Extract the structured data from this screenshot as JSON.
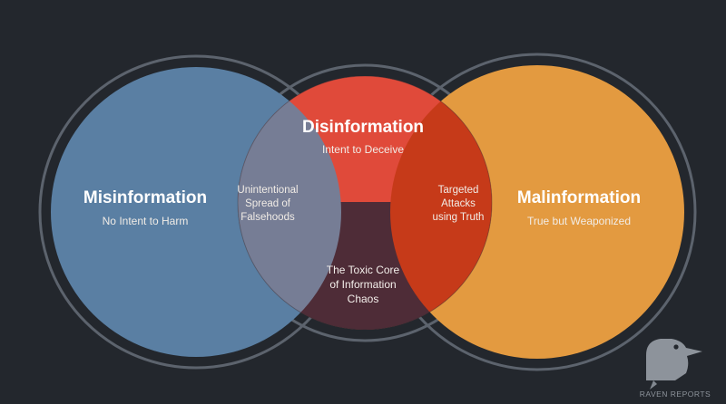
{
  "diagram": {
    "circles": [
      {
        "id": "mis",
        "title": "Misinformation",
        "subtitle": "No Intent to Harm",
        "color": "#5a7fa3"
      },
      {
        "id": "dis",
        "title": "Disinformation",
        "subtitle": "Intent to Deceive",
        "color": "#e04a3a"
      },
      {
        "id": "mal",
        "title": "Malinformation",
        "subtitle": "True but Weaponized",
        "color": "#e39a40"
      }
    ],
    "overlaps": {
      "mis_dis": {
        "lines": [
          "Unintentional",
          "Spread of",
          "Falsehoods"
        ],
        "color": "#767d95"
      },
      "dis_mal": {
        "lines": [
          "Targeted",
          "Attacks",
          "using Truth"
        ],
        "color": "#c63a19"
      },
      "core": {
        "lines": [
          "The Toxic Core",
          "of Information",
          "Chaos"
        ],
        "color": "#4e2c37"
      }
    },
    "ring_color": "#5c636d",
    "background": "#23272d"
  },
  "brand": {
    "label": "RAVEN REPORTS",
    "icon": "raven-icon"
  }
}
